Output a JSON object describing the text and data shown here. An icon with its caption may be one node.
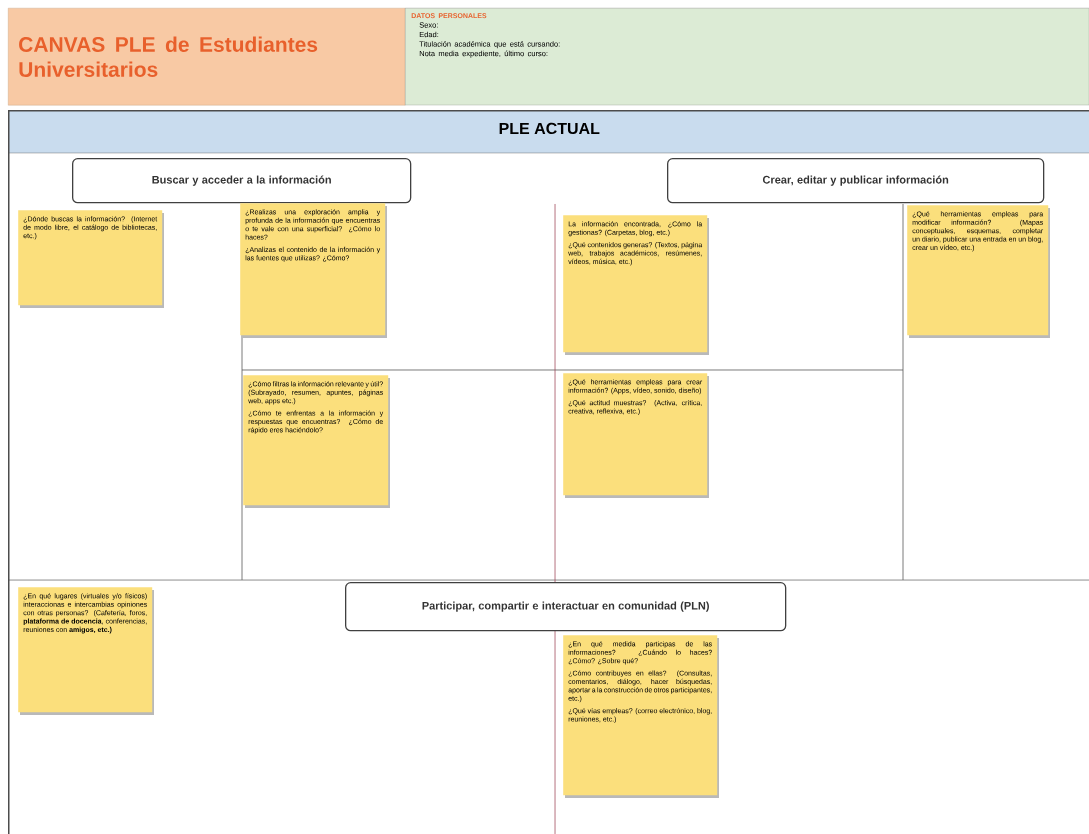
{
  "diagram": {
    "nodes": [
      {
        "text": [
          "CANVAS PLE de Estudiantes Universitarios"
        ]
      },
      {
        "text": [
          "DATOS PERSONALES",
          "Sexo:",
          "Edad:",
          "Titulación académica que está cursando:",
          "Nota media expediente, último curso:"
        ]
      },
      {
        "text": [
          "PLE ACTUAL"
        ]
      },
      {
        "text": [
          "Buscar y acceder a la información"
        ],
        "in": 2
      },
      {
        "text": [
          "Crear, editar y publicar información"
        ],
        "in": 2
      },
      {
        "text": [
          "¿Dónde buscas la información? (Internet de modo libre, el catálogo de bibliotecas, etc.)"
        ],
        "in": 2
      },
      {
        "text": [
          "¿Realizas una exploración amplia y profunda de la información que encuentras o te vale con una superficial? ¿Cómo lo haces?",
          "¿Analizas el contenido de la información y las fuentes que utilizas? ¿Cómo?"
        ],
        "in": 2
      },
      {
        "text": [
          "La información encontrada, ¿Cómo la gestionas? (Carpetas, blog, etc.)",
          "¿Qué contenidos generas? (Textos, página web, trabajos académicos, resúmenes, vídeos, música, etc.)"
        ],
        "in": 2
      },
      {
        "text": [
          "¿Qué herramientas empleas para modificar información? (Mapas conceptuales, esquemas, completar un diario, publicar una entrada en un blog, crear un vídeo, etc.)"
        ],
        "in": 2
      },
      {
        "text": [
          "¿Cómo filtras la información relevante y útil? (Subrayado, resumen, apuntes, páginas web, apps etc.)",
          "¿Cómo te enfrentas a la información y respuestas que encuentras? ¿Cómo de rápido eres haciéndolo?"
        ],
        "in": 2
      },
      {
        "text": [
          "¿Qué herramientas empleas para crear información? (Apps, vídeo, sonido, diseño)",
          "¿Qué actitud muestras? (Activa, crítica, creativa, reflexiva, etc.)"
        ],
        "in": 2
      },
      {
        "text": [
          "Participar, compartir e interactuar en comunidad (PLN)"
        ],
        "in": 2
      },
      {
        "text": [
          "¿En qué lugares (virtuales y/o físicos) interaccionas e intercambias opiniones con otras personas? (Cafetería, foros, **plataforma de docencia**, conferencias, reuniones con **amigos, etc.)**"
        ],
        "in": 2
      },
      {
        "text": [
          "¿En qué medida participas de las informaciones? ¿Cuándo lo haces? ¿Cómo? ¿Sobre qué?",
          "¿Cómo contribuyes en ellas? (Consultas, comentarios, diálogo, hacer búsquedas, aportar a la construcción de otros participantes, etc.)",
          "¿Qué vías empleas? (correo electrónico, blog, reuniones, etc.)"
        ],
        "in": 2
      }
    ]
  }
}
